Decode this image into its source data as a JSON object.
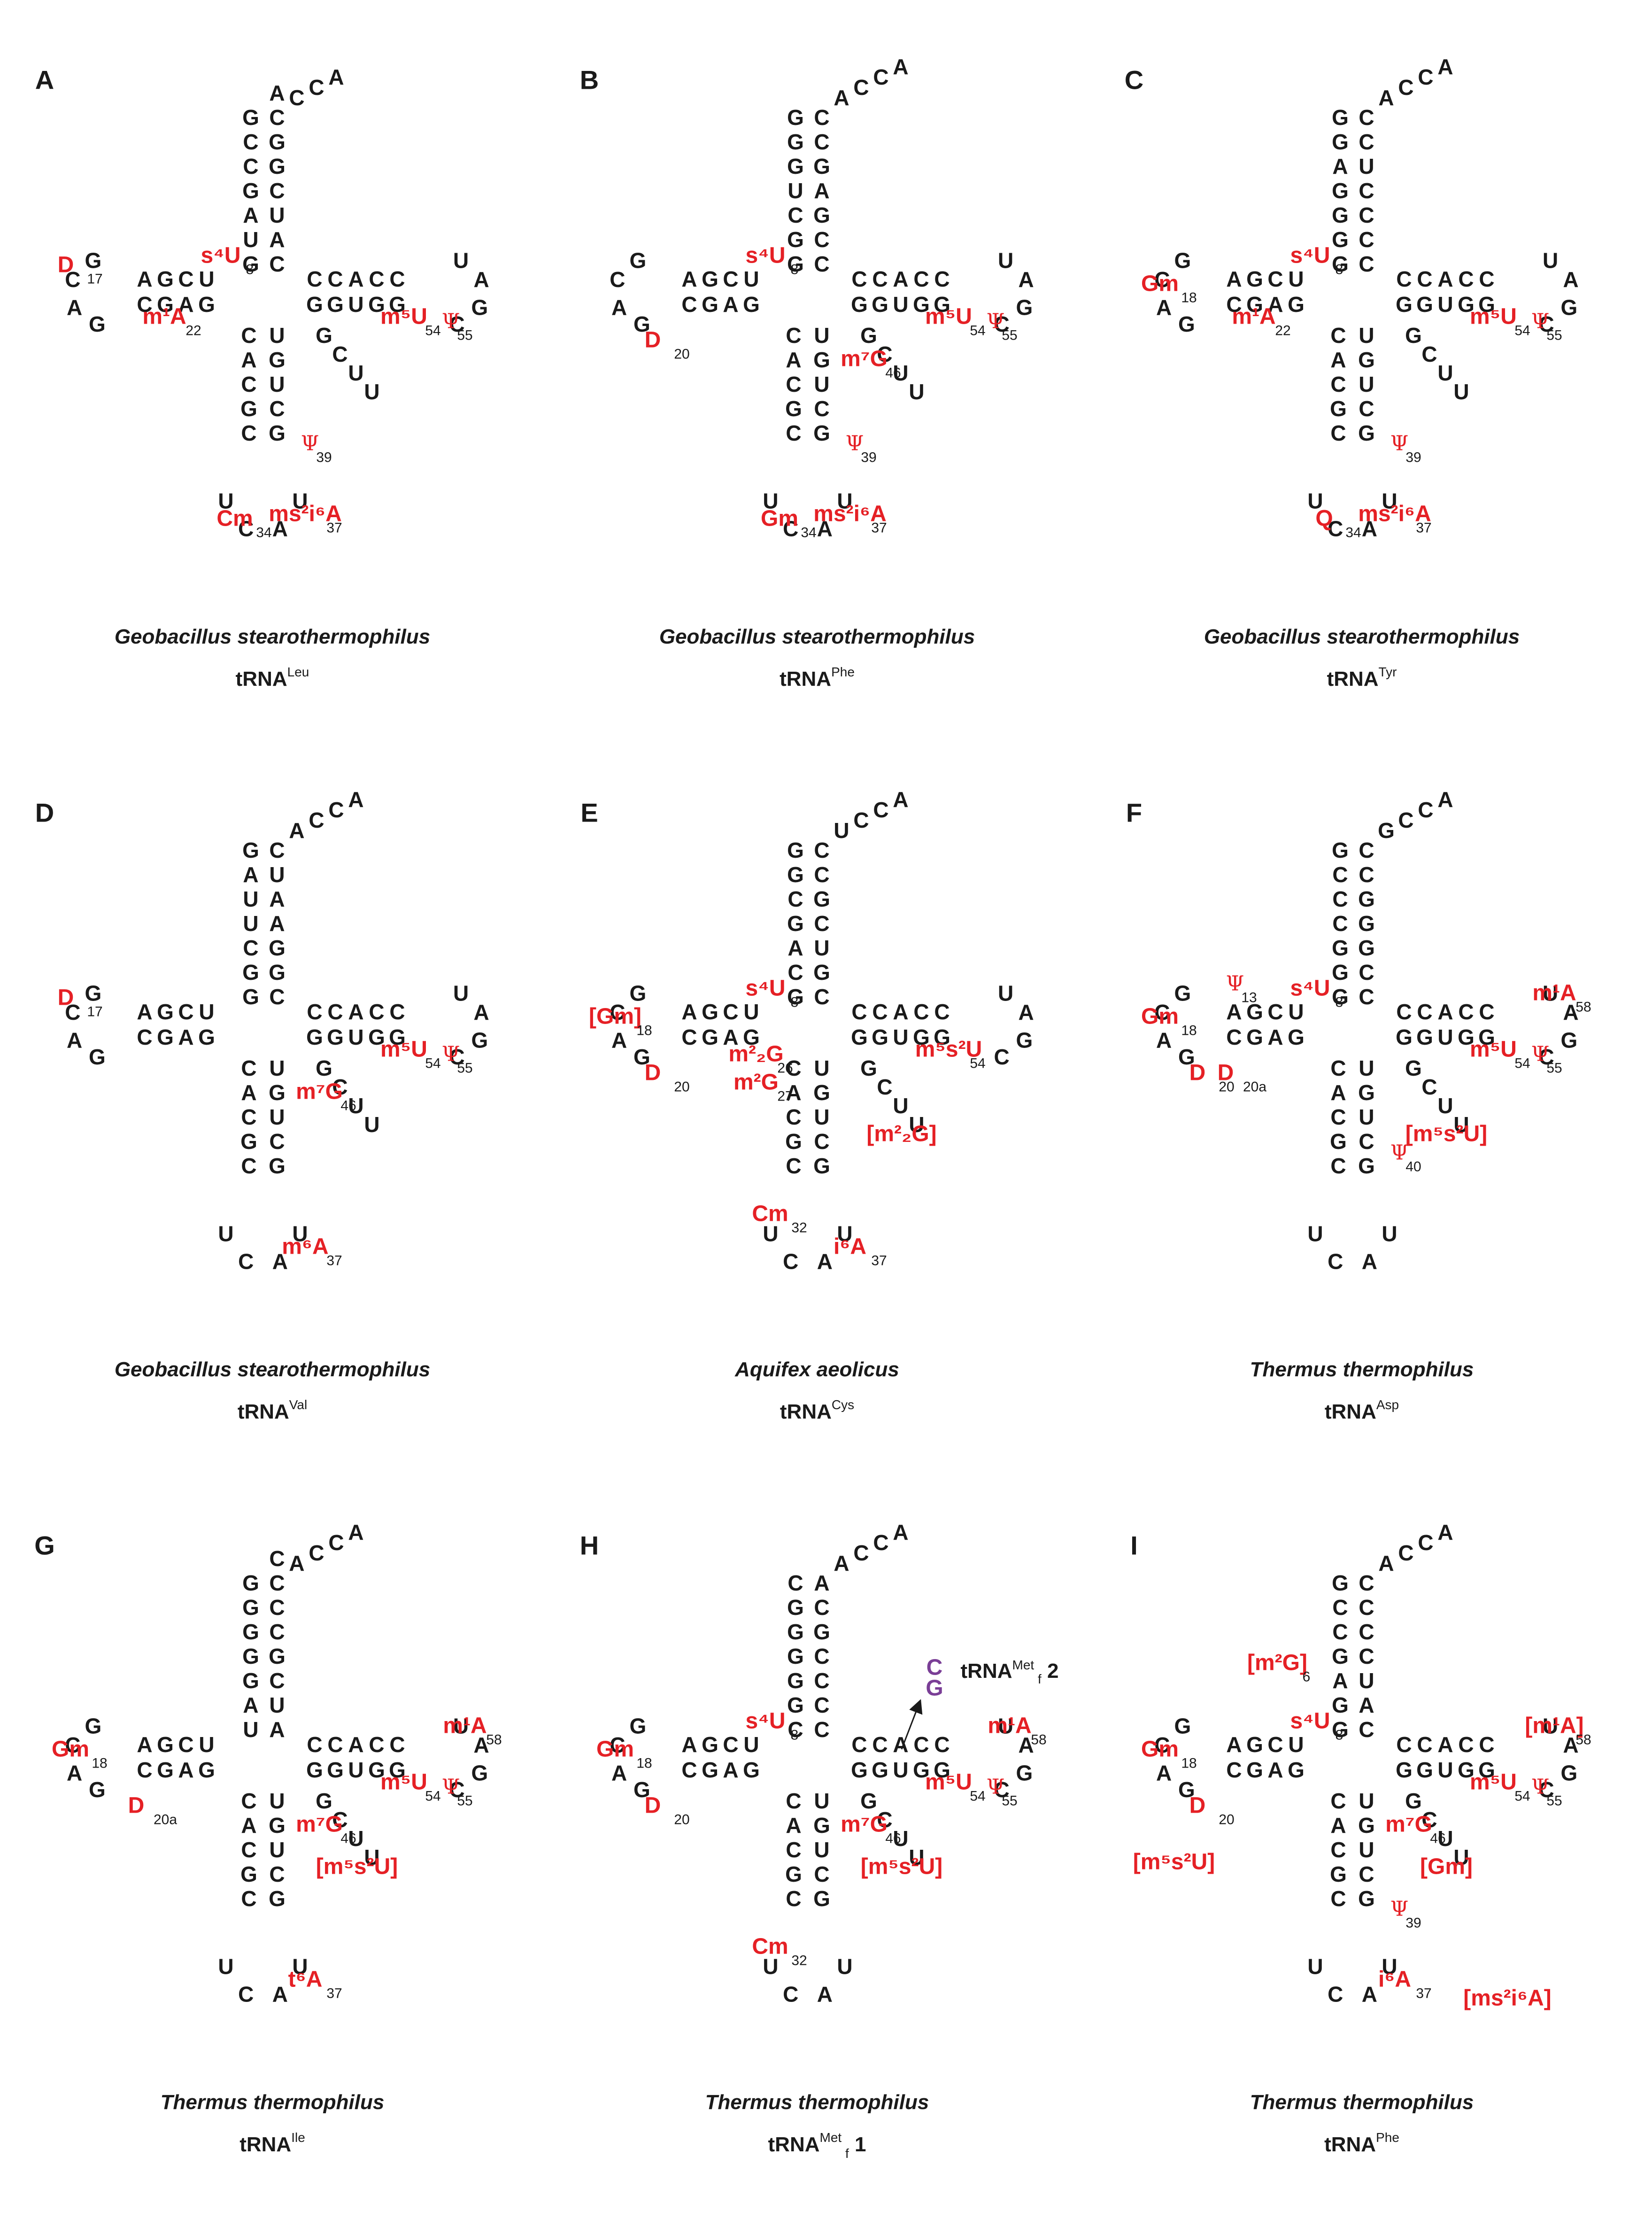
{
  "panels": [
    {
      "id": "A",
      "species": "Geobacillus stearothermophilus",
      "trna": "tRNA",
      "trna_sup": "Leu",
      "acceptor_left": [
        "G",
        "C",
        "C",
        "G",
        "A",
        "U",
        "G"
      ],
      "acceptor_right": [
        "A",
        "C",
        "G",
        "G",
        "C",
        "U",
        "A",
        "C"
      ],
      "cca": [
        "C",
        "C",
        "A"
      ],
      "mods": [
        {
          "text": "D",
          "num": "17"
        },
        {
          "text": "s⁴U",
          "num": "8"
        },
        {
          "text": "m¹A",
          "num": "22"
        },
        {
          "text": "m⁵U",
          "num": "54"
        },
        {
          "text": "Ψ",
          "num": "55"
        },
        {
          "text": "Ψ",
          "num": "39"
        },
        {
          "text": "Cm",
          "num": "34"
        },
        {
          "text": "ms²i⁶A",
          "num": "37"
        }
      ]
    },
    {
      "id": "B",
      "species": "Geobacillus stearothermophilus",
      "trna": "tRNA",
      "trna_sup": "Phe",
      "acceptor_left": [
        "G",
        "G",
        "G",
        "U",
        "C",
        "G",
        "G"
      ],
      "acceptor_right": [
        "C",
        "C",
        "G",
        "A",
        "G",
        "C",
        "C"
      ],
      "cca": [
        "A",
        "C",
        "C",
        "A"
      ],
      "mods": [
        {
          "text": "s⁴U",
          "num": "8"
        },
        {
          "text": "D",
          "num": "20"
        },
        {
          "text": "m⁷G",
          "num": "46"
        },
        {
          "text": "m⁵U",
          "num": "54"
        },
        {
          "text": "Ψ",
          "num": "55"
        },
        {
          "text": "Ψ",
          "num": "39"
        },
        {
          "text": "Gm",
          "num": "34"
        },
        {
          "text": "ms²i⁶A",
          "num": "37"
        }
      ]
    },
    {
      "id": "C",
      "species": "Geobacillus stearothermophilus",
      "trna": "tRNA",
      "trna_sup": "Tyr",
      "acceptor_left": [
        "G",
        "G",
        "A",
        "G",
        "G",
        "G",
        "G"
      ],
      "acceptor_right": [
        "C",
        "C",
        "U",
        "C",
        "C",
        "C",
        "C"
      ],
      "cca": [
        "A",
        "C",
        "C",
        "A"
      ],
      "mods": [
        {
          "text": "Gm",
          "num": "18"
        },
        {
          "text": "s⁴U",
          "num": "8"
        },
        {
          "text": "m¹A",
          "num": "22"
        },
        {
          "text": "m⁵U",
          "num": "54"
        },
        {
          "text": "Ψ",
          "num": "55"
        },
        {
          "text": "Ψ",
          "num": "39"
        },
        {
          "text": "Q",
          "num": "34"
        },
        {
          "text": "ms²i⁶A",
          "num": "37"
        }
      ]
    },
    {
      "id": "D",
      "species": "Geobacillus stearothermophilus",
      "trna": "tRNA",
      "trna_sup": "Val",
      "acceptor_left": [
        "G",
        "A",
        "U",
        "U",
        "C",
        "G",
        "G"
      ],
      "acceptor_right": [
        "C",
        "U",
        "A",
        "A",
        "G",
        "G",
        "C"
      ],
      "cca": [
        "A",
        "C",
        "C",
        "A"
      ],
      "mods": [
        {
          "text": "D",
          "num": "17"
        },
        {
          "text": "m⁷G",
          "num": "46"
        },
        {
          "text": "m⁵U",
          "num": "54"
        },
        {
          "text": "Ψ",
          "num": "55"
        },
        {
          "text": "m⁶A",
          "num": "37"
        }
      ]
    },
    {
      "id": "E",
      "species": "Aquifex aeolicus",
      "trna": "tRNA",
      "trna_sup": "Cys",
      "acceptor_left": [
        "G",
        "G",
        "C",
        "G",
        "A",
        "C",
        "G"
      ],
      "acceptor_right": [
        "C",
        "C",
        "G",
        "C",
        "U",
        "G",
        "C"
      ],
      "cca": [
        "U",
        "C",
        "C",
        "A"
      ],
      "mods": [
        {
          "text": "[Gm]",
          "num": "18"
        },
        {
          "text": "s⁴U",
          "num": "8"
        },
        {
          "text": "D",
          "num": "20"
        },
        {
          "text": "m²₂G",
          "num": "26"
        },
        {
          "text": "m²G",
          "num": "27"
        },
        {
          "text": "[m²₂G]",
          "num": ""
        },
        {
          "text": "m⁵s²U",
          "num": "54"
        },
        {
          "text": "Cm",
          "num": "32"
        },
        {
          "text": "i⁶A",
          "num": "37"
        }
      ]
    },
    {
      "id": "F",
      "species": "Thermus thermophilus",
      "trna": "tRNA",
      "trna_sup": "Asp",
      "acceptor_left": [
        "G",
        "C",
        "C",
        "C",
        "G",
        "G",
        "G"
      ],
      "acceptor_right": [
        "C",
        "C",
        "G",
        "G",
        "G",
        "C",
        "C"
      ],
      "cca": [
        "G",
        "C",
        "C",
        "A"
      ],
      "mods": [
        {
          "text": "Ψ",
          "num": "13"
        },
        {
          "text": "s⁴U",
          "num": "8"
        },
        {
          "text": "m¹A",
          "num": "58"
        },
        {
          "text": "Gm",
          "num": "18"
        },
        {
          "text": "D",
          "num": "20"
        },
        {
          "text": "D",
          "num": "20a"
        },
        {
          "text": "m⁵U",
          "num": "54"
        },
        {
          "text": "Ψ",
          "num": "55"
        },
        {
          "text": "[m⁵s²U]",
          "num": ""
        },
        {
          "text": "Ψ",
          "num": "40"
        }
      ]
    },
    {
      "id": "G",
      "species": "Thermus thermophilus",
      "trna": "tRNA",
      "trna_sup": "Ile",
      "acceptor_left": [
        "G",
        "G",
        "G",
        "G",
        "G",
        "A",
        "U"
      ],
      "acceptor_right": [
        "C",
        "C",
        "C",
        "C",
        "G",
        "C",
        "U",
        "A"
      ],
      "cca": [
        "A",
        "C",
        "C",
        "A"
      ],
      "mods": [
        {
          "text": "Gm",
          "num": "18"
        },
        {
          "text": "D",
          "num": "20a"
        },
        {
          "text": "m¹A",
          "num": "58"
        },
        {
          "text": "m⁵U",
          "num": "54"
        },
        {
          "text": "Ψ",
          "num": "55"
        },
        {
          "text": "m⁷G",
          "num": "46"
        },
        {
          "text": "[m⁵s²U]",
          "num": ""
        },
        {
          "text": "t⁶A",
          "num": "37"
        }
      ]
    },
    {
      "id": "H",
      "species": "Thermus thermophilus",
      "trna": "tRNA",
      "trna_sup": "Met",
      "trna_sub": "f",
      "trna_suffix": " 1",
      "inset_label": "tRNA",
      "inset_sup": "Met",
      "inset_sub": "f",
      "inset_suffix": " 2",
      "inset_pair": [
        "C",
        "G"
      ],
      "acceptor_left": [
        "C",
        "G",
        "G",
        "G",
        "G",
        "G",
        "C"
      ],
      "acceptor_right": [
        "A",
        "C",
        "G",
        "C",
        "C",
        "C",
        "C"
      ],
      "cca": [
        "A",
        "C",
        "C",
        "A"
      ],
      "mods": [
        {
          "text": "s⁴U",
          "num": "8"
        },
        {
          "text": "m¹A",
          "num": "58"
        },
        {
          "text": "Gm",
          "num": "18"
        },
        {
          "text": "D",
          "num": "20"
        },
        {
          "text": "m⁵U",
          "num": "54"
        },
        {
          "text": "Ψ",
          "num": "55"
        },
        {
          "text": "m⁷G",
          "num": "46"
        },
        {
          "text": "[m⁵s²U]",
          "num": ""
        },
        {
          "text": "Cm",
          "num": "32"
        }
      ]
    },
    {
      "id": "I",
      "species": "Thermus thermophilus",
      "trna": "tRNA",
      "trna_sup": "Phe",
      "acceptor_left": [
        "G",
        "C",
        "C",
        "G",
        "A",
        "G",
        "G"
      ],
      "acceptor_right": [
        "C",
        "C",
        "C",
        "C",
        "U",
        "A",
        "C"
      ],
      "cca": [
        "A",
        "C",
        "C",
        "A"
      ],
      "mods": [
        {
          "text": "[m²G]",
          "num": "6"
        },
        {
          "text": "[m¹A]",
          "num": "58"
        },
        {
          "text": "s⁴U",
          "num": "8"
        },
        {
          "text": "Gm",
          "num": "18"
        },
        {
          "text": "[Gm]",
          "num": ""
        },
        {
          "text": "D",
          "num": "20"
        },
        {
          "text": "m⁵U",
          "num": "54"
        },
        {
          "text": "Ψ",
          "num": "55"
        },
        {
          "text": "m⁷G",
          "num": "46"
        },
        {
          "text": "[m⁵s²U]",
          "num": ""
        },
        {
          "text": "Ψ",
          "num": "39"
        },
        {
          "text": "i⁶A",
          "num": "37"
        },
        {
          "text": "[ms²i⁶A]",
          "num": ""
        }
      ]
    }
  ],
  "colors": {
    "nucleotide": "#1a1a1a",
    "modification": "#e52025",
    "unmodified_region": "#8a8a8a",
    "inset": "#7a3e96"
  }
}
